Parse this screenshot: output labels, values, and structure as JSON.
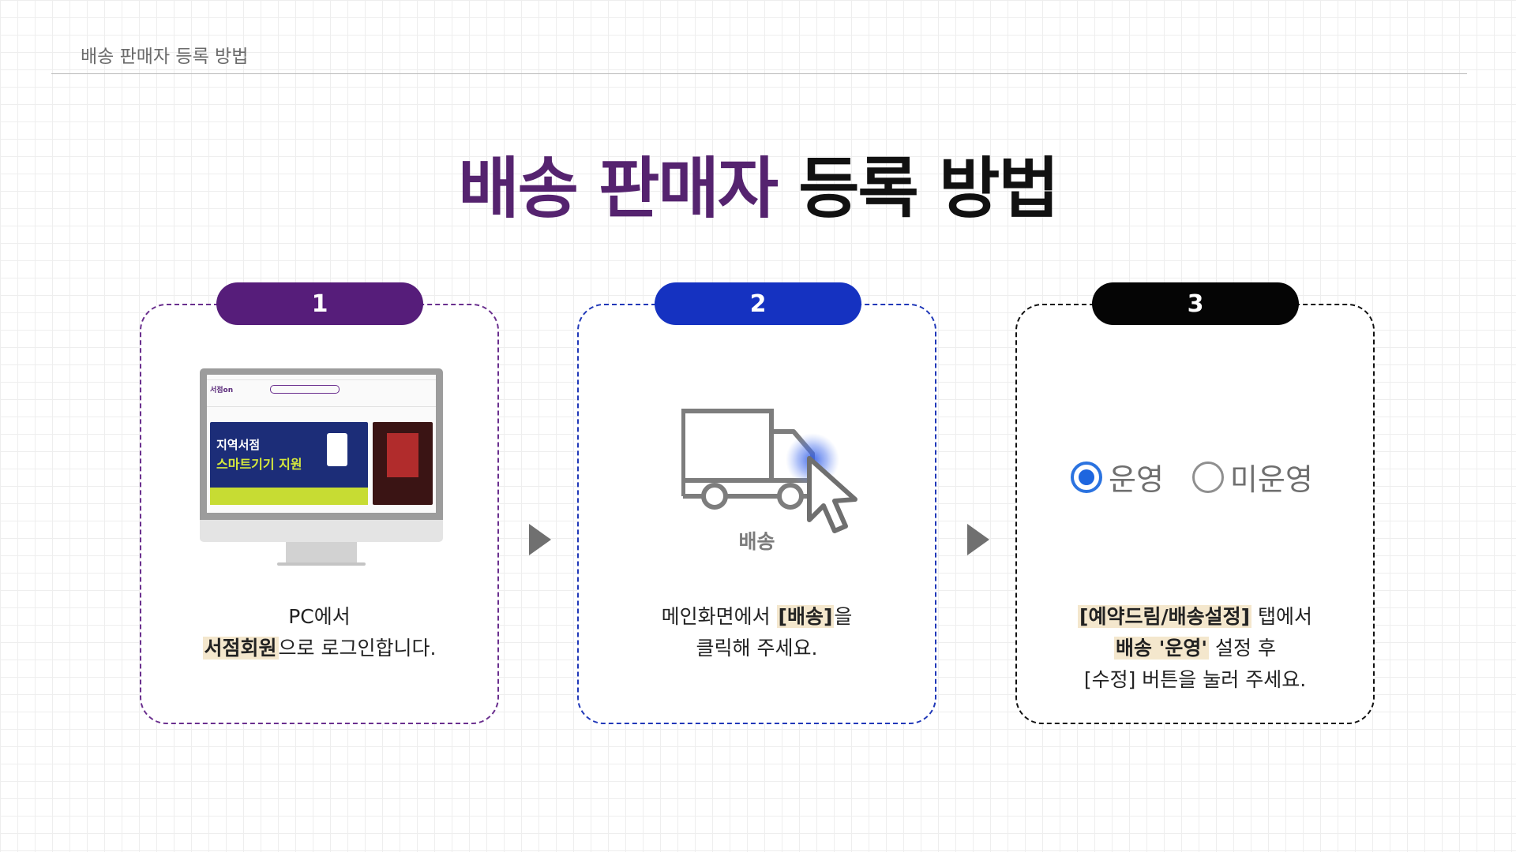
{
  "header": {
    "breadcrumb": "배송 판매자 등록 방법",
    "title_highlight": "배송 판매자",
    "title_rest": "등록 방법"
  },
  "colors": {
    "purple": "#561d7a",
    "blue": "#1532c1",
    "black": "#050505",
    "highlight": "#f4e7cd"
  },
  "steps": [
    {
      "number": "1",
      "line1": "PC에서",
      "line2_highlight": "서점회원",
      "line2_rest": "으로 로그인합니다.",
      "screen": {
        "logo": "서점on",
        "banner_line1": "지역서점",
        "banner_line2": "스마트기기 지원"
      }
    },
    {
      "number": "2",
      "icon_label": "배송",
      "line1_pre": "메인화면에서 ",
      "line1_highlight": "[배송]",
      "line1_post": "을",
      "line2": "클릭해 주세요."
    },
    {
      "number": "3",
      "radio_on": "운영",
      "radio_off": "미운영",
      "line1_highlight": "[예약드림/배송설정]",
      "line1_rest": " 탭에서",
      "line2_highlight": "배송 '운영'",
      "line2_rest": " 설정 후",
      "line3": "[수정] 버튼을 눌러 주세요."
    }
  ]
}
